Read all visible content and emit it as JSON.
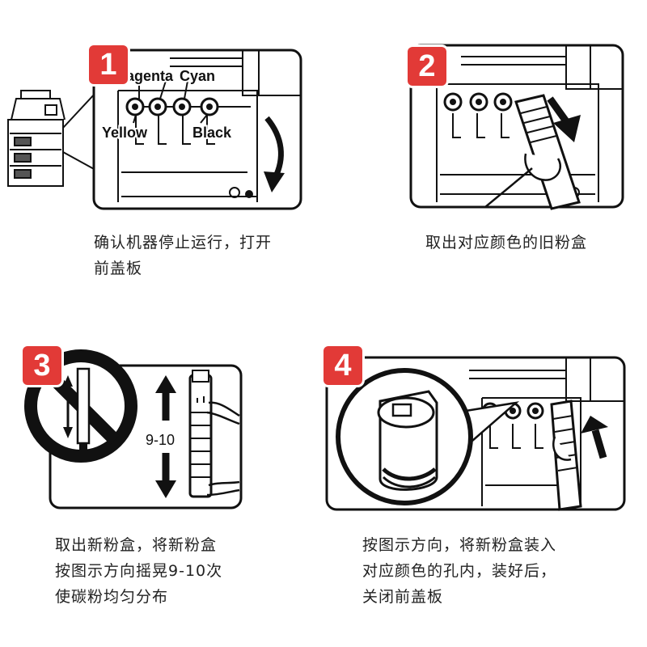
{
  "colors": {
    "badge": "#e23a37",
    "line": "#111111",
    "text": "#222222"
  },
  "steps": [
    {
      "number": "1",
      "caption": "确认机器停止运行，打开\n前盖板",
      "labels": {
        "magenta": "agenta",
        "cyan": "Cyan",
        "yellow": "Yellow",
        "black": "Black"
      }
    },
    {
      "number": "2",
      "caption": "取出对应颜色的旧粉盒"
    },
    {
      "number": "3",
      "caption": "取出新粉盒，将新粉盒\n按图示方向摇晃9-10次\n使碳粉均匀分布",
      "shake_count": "9-10"
    },
    {
      "number": "4",
      "caption": "按图示方向，将新粉盒装入\n对应颜色的孔内，装好后，\n关闭前盖板"
    }
  ]
}
